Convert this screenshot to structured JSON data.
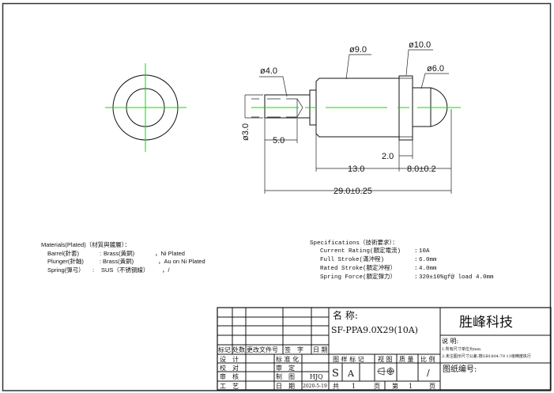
{
  "dimensions": {
    "d4": "ø4.0",
    "d9": "ø9.0",
    "d10": "ø10.0",
    "d6": "ø6.0",
    "d3": "ø3.0",
    "l5": "5.0",
    "l2": "2.0",
    "l13": "13.0",
    "l8": "8.0±0.2",
    "l29": "29.0±0.25"
  },
  "materials": {
    "title": "Materials(Plated)（材質與鍍層）：",
    "rows": [
      {
        "part": "Barrel(針套)",
        "material": "Brass(黃銅)",
        "plating": "，Ni Plated"
      },
      {
        "part": "Plunger(針軸)",
        "material": "Brass(黃銅)",
        "plating": "，Au on Ni Plated"
      },
      {
        "part": "Spring(彈弓）",
        "material": "SUS（不锈钢線）",
        "plating": "，/"
      }
    ]
  },
  "specifications": {
    "title": "Specifications（技術要求）：",
    "rows": [
      {
        "label": "Current Rating(額定電流)",
        "value": "10A"
      },
      {
        "label": "Full Stroke(滿沖程)",
        "value": "6.0mm"
      },
      {
        "label": "Rated Stroke(額定沖程）",
        "value": "4.0mm"
      },
      {
        "label": "Spring Force(額定彈力）",
        "value": "320±10%gf@ load 4.0mm"
      }
    ]
  },
  "title_block": {
    "rev_headers": [
      "标记",
      "处数",
      "更改文件号",
      "签　字",
      "日 期"
    ],
    "roles": [
      "设　计",
      "校　对",
      "审　核",
      "工　艺"
    ],
    "roles2": [
      "标 准 化",
      "审　定",
      "制　图",
      "日　期"
    ],
    "drawn_by": "HJQ",
    "date": "2020-5-19",
    "name_label": "名 称:",
    "part_name": "SF-PPA9.0X29(10A)",
    "headers": [
      "图 样 标 记",
      "视 图",
      "质 量",
      "比 例"
    ],
    "marks": [
      "S",
      "A"
    ],
    "scale": "/",
    "total_label": "共",
    "total_pages": "1",
    "page_unit": "页",
    "sheet_label": "第",
    "sheet_no": "1",
    "company": "胜峰科技",
    "notes_title": "说 明:",
    "notes": [
      "1.所有尺寸单位为mm",
      "2.未注图示尺寸公差:按GB1804-79 11级精度执行"
    ],
    "drawing_no_label": "图纸编号:"
  }
}
